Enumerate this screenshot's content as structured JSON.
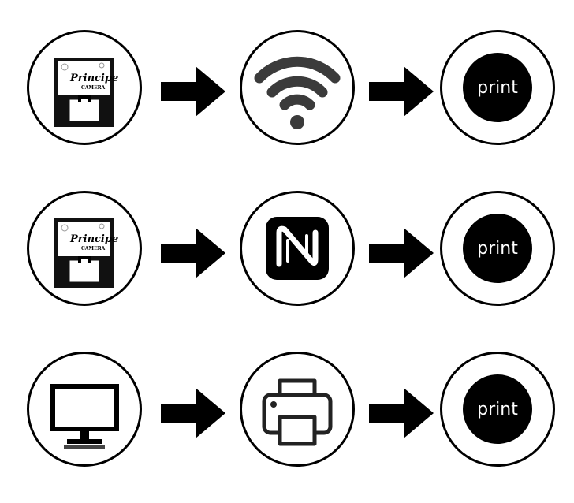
{
  "colors": {
    "ink": "#000000",
    "wifi_gray": "#3b3b3b",
    "background": "#ffffff"
  },
  "rows": [
    {
      "source_icon": "camera-printer-icon",
      "channel_icon": "wifi-icon",
      "output_label": "print"
    },
    {
      "source_icon": "camera-printer-icon",
      "channel_icon": "nfc-icon",
      "output_label": "print"
    },
    {
      "source_icon": "monitor-icon",
      "channel_icon": "printer-icon",
      "output_label": "print"
    }
  ],
  "device_brand": {
    "line1": "Principe",
    "line2": "CAMERA"
  }
}
